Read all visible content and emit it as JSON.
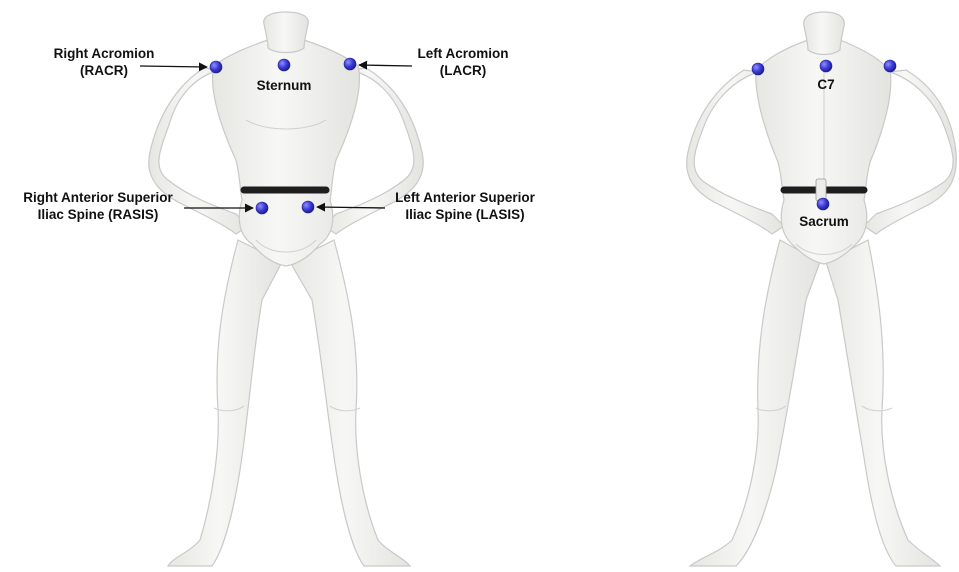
{
  "front": {
    "labels": {
      "right_acromion_line1": "Right Acromion",
      "right_acromion_line2": "(RACR)",
      "left_acromion_line1": "Left Acromion",
      "left_acromion_line2": "(LACR)",
      "sternum": "Sternum",
      "rasis_line1": "Right Anterior Superior",
      "rasis_line2": "Iliac Spine (RASIS)",
      "lasis_line1": "Left Anterior Superior",
      "lasis_line2": "Iliac Spine (LASIS)"
    }
  },
  "back": {
    "labels": {
      "c7": "C7",
      "sacrum": "Sacrum"
    }
  },
  "colors": {
    "marker": "#3a3ad6",
    "belt": "#1e1e1e",
    "skin": "#f1f1ef"
  }
}
